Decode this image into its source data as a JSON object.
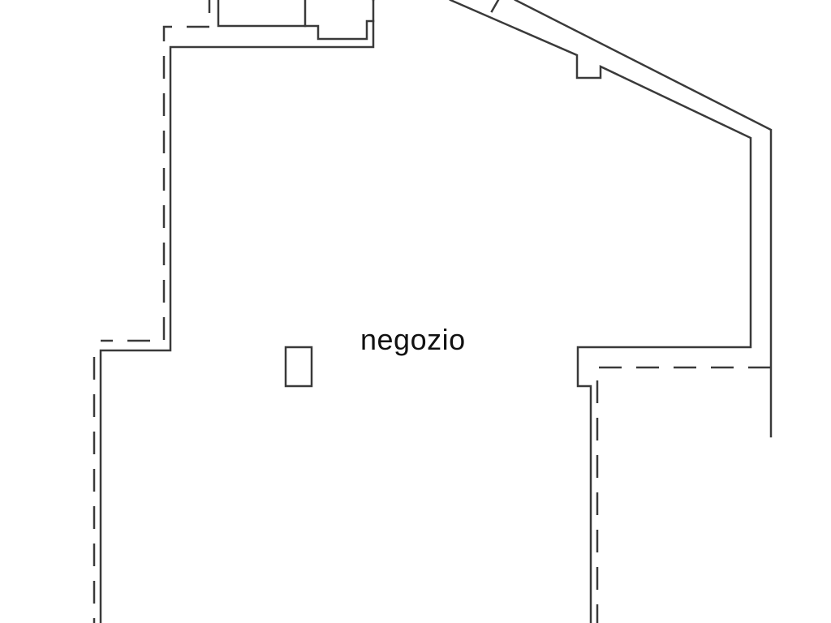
{
  "diagram": {
    "type": "floor-plan",
    "rooms": [
      {
        "id": "negozio",
        "label": "negozio"
      }
    ],
    "colors": {
      "wall": "#3a3a3a",
      "background": "#ffffff"
    }
  }
}
